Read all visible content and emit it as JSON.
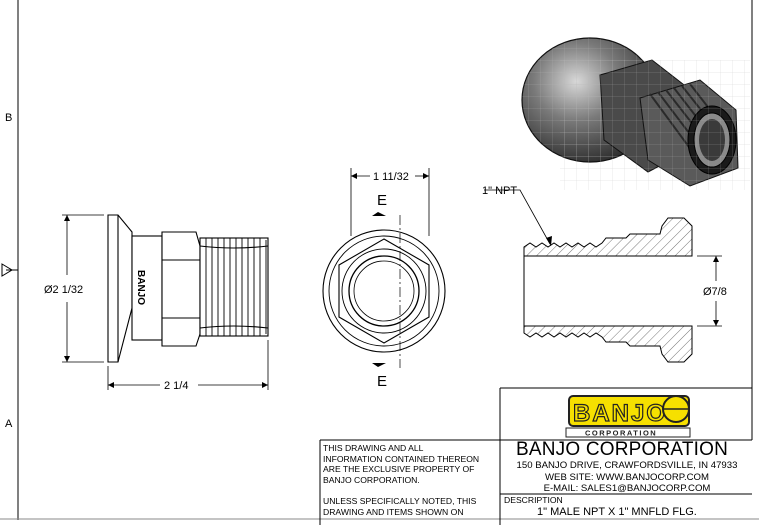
{
  "zones": {
    "left_top": "B",
    "left_mid": "A"
  },
  "dimensions": {
    "overall_dia": "Ø2 1/32",
    "overall_length": "2 1/4",
    "hex_width": "1 11/32",
    "thread": "1\" NPT",
    "bore_dia": "Ø7/8"
  },
  "section_labels": {
    "top": "E",
    "bottom": "E"
  },
  "part_marking": "BANJO",
  "logo": {
    "text": "BANJO",
    "subtext": "CORPORATION",
    "colors": {
      "yellow": "#f6e000",
      "outline": "#222222"
    }
  },
  "notice": {
    "line1": "THIS DRAWING AND ALL",
    "line2": "INFORMATION CONTAINED THEREON",
    "line3": "ARE THE EXCLUSIVE PROPERTY OF",
    "line4": "BANJO CORPORATION.",
    "line5": "UNLESS SPECIFICALLY NOTED, THIS",
    "line6": "DRAWING AND ITEMS SHOWN ON"
  },
  "company": {
    "name": "BANJO CORPORATION",
    "address": "150 BANJO DRIVE, CRAWFORDSVILLE, IN 47933",
    "web": "WEB SITE: WWW.BANJOCORP.COM",
    "email": "E-MAIL: SALES1@BANJOCORP.COM"
  },
  "description": {
    "label": "DESCRIPTION",
    "value": "1\" MALE NPT X 1\" MNFLD FLG."
  }
}
